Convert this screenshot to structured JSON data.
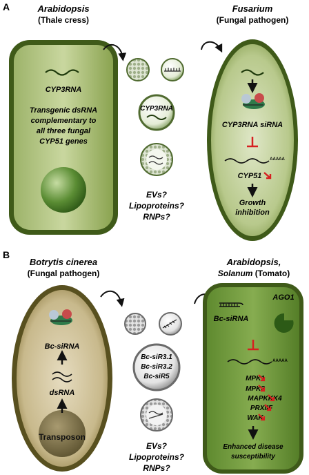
{
  "panel_a": {
    "label": "A",
    "plant_title": "Arabidopsis",
    "plant_subtitle": "(Thale cress)",
    "fungus_title": "Fusarium",
    "fungus_subtitle": "(Fungal pathogen)",
    "cell_rna_label": "CYP3RNA",
    "transgene_lines": [
      "Transgenic dsRNA",
      "complementary to",
      "all three fungal",
      "CYP51 genes"
    ],
    "vesicle_label": "CYP3RNA",
    "carrier_lines": [
      "EVs?",
      "Lipoproteins?",
      "RNPs?"
    ],
    "sirna_label": "CYP3RNA siRNA",
    "polya_label": "AAAAA",
    "target_gene": "CYP51",
    "outcome_lines": [
      "Growth",
      "inhibition"
    ]
  },
  "panel_b": {
    "label": "B",
    "fungus_title": "Botrytis cinerea",
    "fungus_subtitle": "(Fungal pathogen)",
    "plant_title_line1": "Arabidopsis,",
    "plant_title_italic": "Solanum",
    "plant_title_normal": " (Tomato)",
    "bc_sirna_label": "Bc-siRNA",
    "dsrna_label": "dsRNA",
    "transposon_label": "Transposon",
    "vesicle_lines": [
      "Bc-siR3.1",
      "Bc-siR3.2",
      "Bc-siR5"
    ],
    "carrier_lines": [
      "EVs?",
      "Lipoproteins?",
      "RNPs?"
    ],
    "plant_sirna_label": "Bc-siRNA",
    "ago_label": "AGO1",
    "polya_label": "AAAAA",
    "target_genes": [
      "MPK1",
      "MPK2",
      "MAPKKK4",
      "PRXIIF",
      "WAK"
    ],
    "outcome_lines": [
      "Enhanced disease",
      "susceptibility"
    ]
  },
  "colors": {
    "cell_fill": "#7d9a43",
    "cell_wall": "#3f5a19",
    "fungal_fill": "#b7aa78",
    "fungal_wall": "#58501f",
    "arrow_red": "#d62020",
    "inhibit_red": "#d62020"
  }
}
